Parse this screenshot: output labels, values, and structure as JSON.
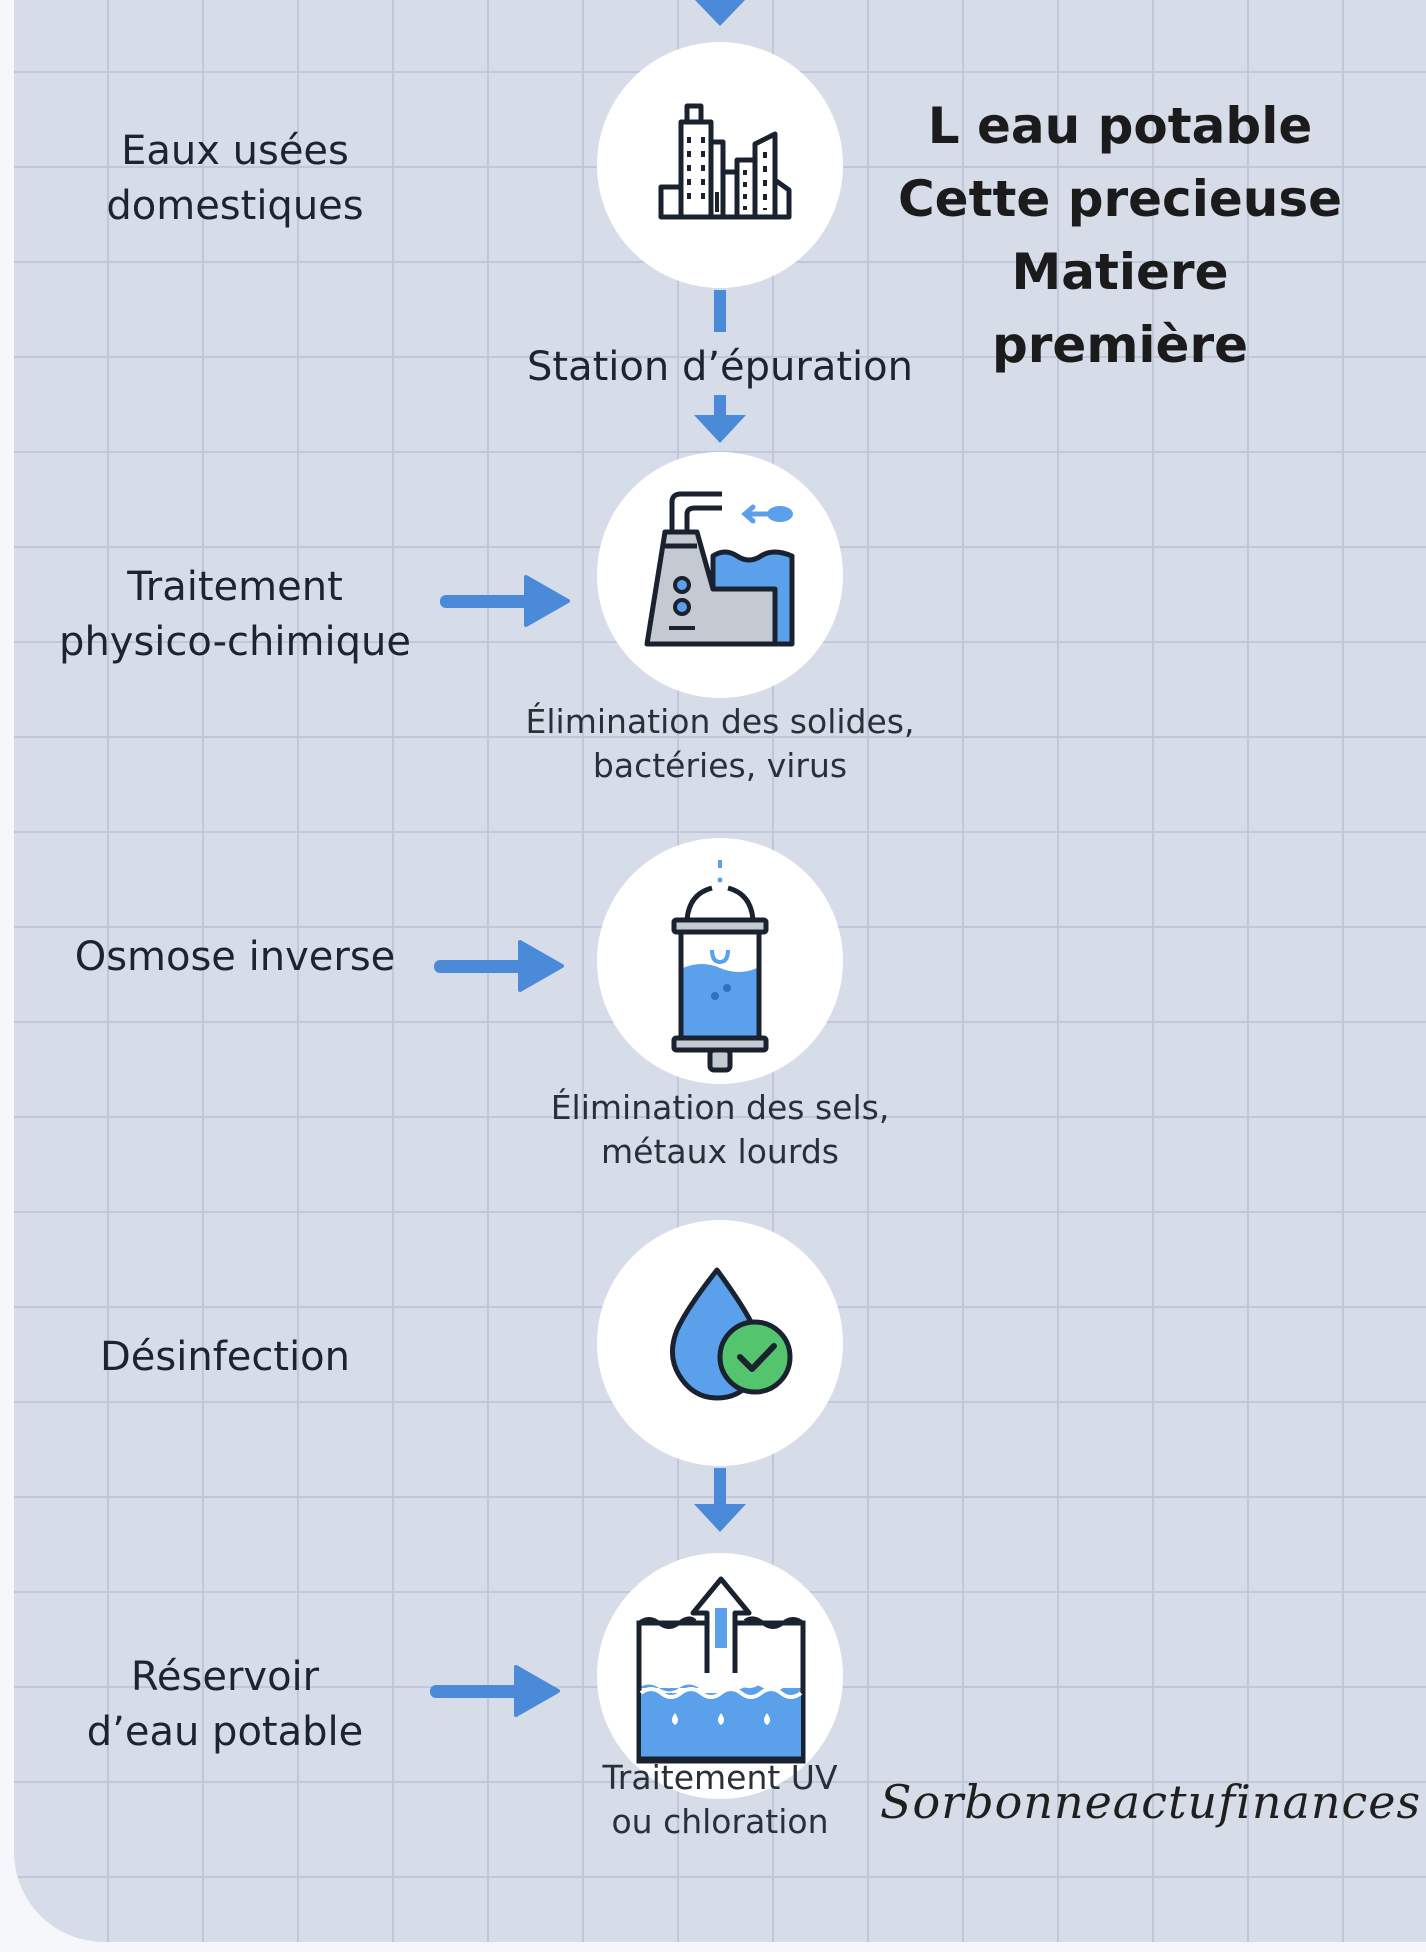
{
  "title_lines": [
    "L eau potable",
    "Cette precieuse",
    "Matiere première"
  ],
  "steps": [
    {
      "label_lines": [
        "Eaux usées",
        "domestiques"
      ],
      "icon": "city-buildings-icon"
    },
    {
      "label_lines": [
        "Traitement",
        "physico-chimique"
      ],
      "icon": "treatment-plant-icon",
      "caption_lines": [
        "Élimination des solides,",
        "bactéries, virus"
      ]
    },
    {
      "label_lines": [
        "Osmose inverse"
      ],
      "icon": "reverse-osmosis-filter-icon",
      "caption_lines": [
        "Élimination des sels,",
        "métaux lourds"
      ]
    },
    {
      "label_lines": [
        "Désinfection"
      ],
      "icon": "water-drop-check-icon"
    },
    {
      "label_lines": [
        "Réservoir",
        "d’eau potable"
      ],
      "icon": "water-reservoir-icon",
      "caption_lines": [
        "Traitement UV",
        "ou chloration"
      ]
    }
  ],
  "connector_label": "Station d’épuration",
  "watermark": "Sorbonneactufinances",
  "colors": {
    "accent": "#4a8ad8",
    "water": "#5aa0ea",
    "check": "#55c46e",
    "ink": "#1a2230",
    "panel": "#d6dde9"
  }
}
